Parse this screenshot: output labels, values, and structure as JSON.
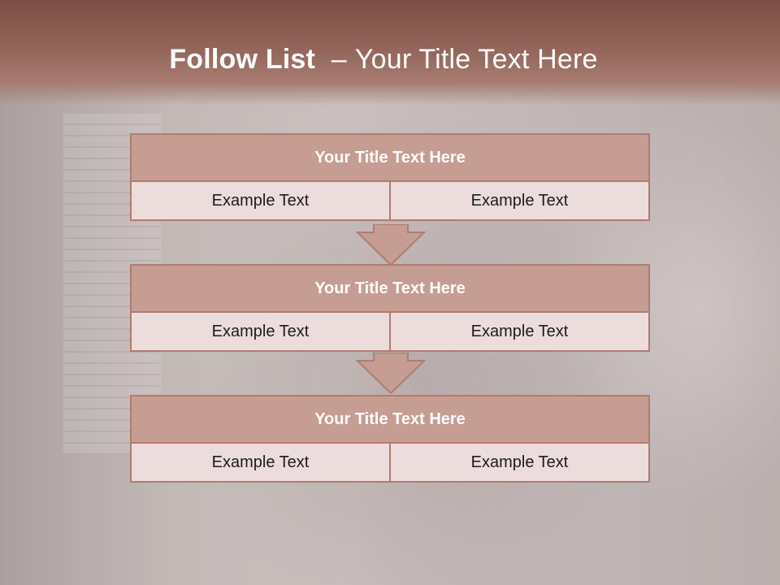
{
  "header": {
    "title_bold": "Follow List",
    "title_dash": "–",
    "title_rest": "Your Title Text Here"
  },
  "steps": [
    {
      "title": "Your Title Text Here",
      "left": "Example Text",
      "right": "Example Text"
    },
    {
      "title": "Your Title Text Here",
      "left": "Example Text",
      "right": "Example Text"
    },
    {
      "title": "Your Title Text Here",
      "left": "Example Text",
      "right": "Example Text"
    }
  ],
  "colors": {
    "header": "#8a5a50",
    "box_title_fill": "#c69d93",
    "box_cell_fill": "#ecdcdb",
    "border": "#b27b70",
    "arrow_fill": "#c69d93"
  },
  "icons": {
    "arrow": "down-arrow-icon"
  }
}
